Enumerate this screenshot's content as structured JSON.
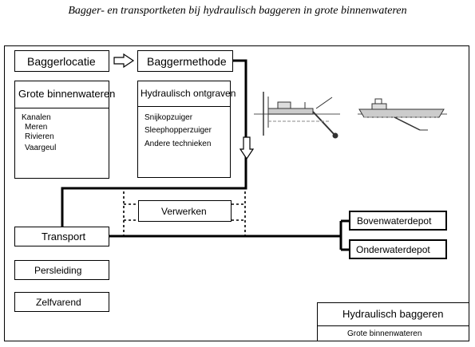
{
  "caption": "Bagger- en transportketen bij hydraulisch baggeren in grote binnenwateren",
  "baggerlocatie": {
    "title": "Baggerlocatie",
    "subtitle": "Grote binnenwateren",
    "items": [
      "Kanalen",
      "Meren",
      "Rivieren",
      "Vaargeul"
    ]
  },
  "baggermethode": {
    "title": "Baggermethode",
    "subtitle": "Hydraulisch ontgraven",
    "items": [
      "Snijkopzuiger",
      "Sleephopperzuiger",
      "Andere technieken"
    ]
  },
  "verwerken": "Verwerken",
  "transport": {
    "title": "Transport",
    "options": [
      "Persleiding",
      "Zelfvarend"
    ]
  },
  "depots": [
    "Bovenwaterdepot",
    "Onderwaterdepot"
  ],
  "legend": {
    "title": "Hydraulisch baggeren",
    "subtitle": "Grote binnenwateren"
  }
}
